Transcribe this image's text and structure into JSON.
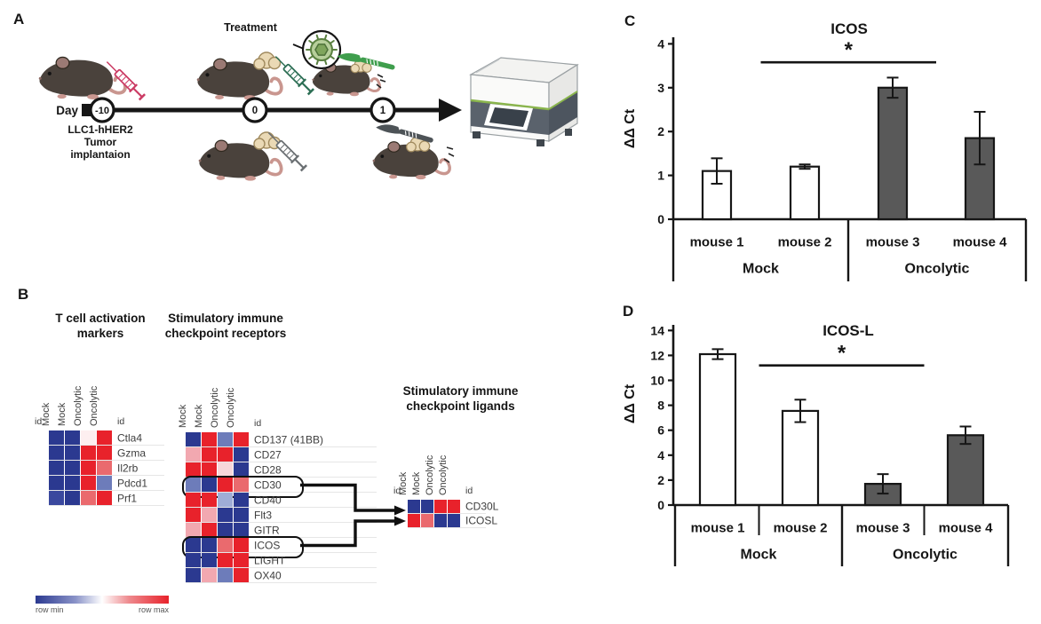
{
  "figure": {
    "panel_labels": {
      "a": "A",
      "b": "B",
      "c": "C",
      "d": "D"
    }
  },
  "panel_a": {
    "treatment_label": "Treatment",
    "day_label": "Day",
    "timeline_points": [
      "-10",
      "0",
      "1"
    ],
    "implantation_caption": [
      "LLC1-hHER2",
      "Tumor",
      "implantaion"
    ]
  },
  "panel_b": {
    "legend": {
      "min_label": "row min",
      "max_label": "row max"
    },
    "palette": {
      "row_min_color": "#2b3990",
      "row_max_color": "#e8222b"
    },
    "heatmaps": [
      {
        "id": "tcell",
        "title_lines": [
          "T cell activation",
          "markers"
        ],
        "id_label": "id",
        "columns": [
          "Mock",
          "Mock",
          "Oncolytic",
          "Oncolytic"
        ],
        "rows": [
          {
            "label": "Ctla4",
            "boxed": false,
            "cells": [
              "#2b3990",
              "#2b3990",
              "#fdeff0",
              "#e8222b"
            ]
          },
          {
            "label": "Gzma",
            "boxed": false,
            "cells": [
              "#2b3990",
              "#2b3990",
              "#e8222b",
              "#e8222b"
            ]
          },
          {
            "label": "Il2rb",
            "boxed": false,
            "cells": [
              "#2b3990",
              "#2b3990",
              "#e8222b",
              "#ea6a6e"
            ]
          },
          {
            "label": "Pdcd1",
            "boxed": false,
            "cells": [
              "#2b3990",
              "#2b3990",
              "#e8222b",
              "#6d7cba"
            ]
          },
          {
            "label": "Prf1",
            "boxed": false,
            "cells": [
              "#3a489e",
              "#2b3990",
              "#ea6a6e",
              "#e8222b"
            ]
          }
        ]
      },
      {
        "id": "receptors",
        "title_lines": [
          "Stimulatory immune",
          "checkpoint receptors"
        ],
        "id_label": "id",
        "columns": [
          "Mock",
          "Mock",
          "Oncolytic",
          "Oncolytic"
        ],
        "rows": [
          {
            "label": "CD137 (41BB)",
            "boxed": false,
            "cells": [
              "#2b3990",
              "#e8222b",
              "#6d7cba",
              "#e8222b"
            ]
          },
          {
            "label": "CD27",
            "boxed": false,
            "cells": [
              "#f2a8b0",
              "#e8222b",
              "#e8222b",
              "#2b3990"
            ]
          },
          {
            "label": "CD28",
            "boxed": false,
            "cells": [
              "#e8222b",
              "#e8222b",
              "#f7d7da",
              "#2b3990"
            ]
          },
          {
            "label": "CD30",
            "boxed": true,
            "cells": [
              "#6d7cba",
              "#2b3990",
              "#e8222b",
              "#ea6a6e"
            ]
          },
          {
            "label": "CD40",
            "boxed": false,
            "cells": [
              "#e8222b",
              "#e8222b",
              "#9fadd6",
              "#2b3990"
            ]
          },
          {
            "label": "Flt3",
            "boxed": false,
            "cells": [
              "#e8222b",
              "#f2a8b0",
              "#2b3990",
              "#2b3990"
            ]
          },
          {
            "label": "GITR",
            "boxed": false,
            "cells": [
              "#f2a8b0",
              "#e8222b",
              "#2b3990",
              "#2b3990"
            ]
          },
          {
            "label": "ICOS",
            "boxed": true,
            "cells": [
              "#2b3990",
              "#2b3990",
              "#ea6a6e",
              "#e8222b"
            ]
          },
          {
            "label": "LIGHT",
            "boxed": false,
            "cells": [
              "#2b3990",
              "#2b3990",
              "#e8222b",
              "#e8222b"
            ]
          },
          {
            "label": "OX40",
            "boxed": false,
            "cells": [
              "#2b3990",
              "#f2a8b0",
              "#6d7cba",
              "#e8222b"
            ]
          }
        ]
      },
      {
        "id": "ligands",
        "title_lines": [
          "Stimulatory immune",
          "checkpoint ligands"
        ],
        "id_label": "id",
        "columns": [
          "Mock",
          "Mock",
          "Oncolytic",
          "Oncolytic"
        ],
        "rows": [
          {
            "label": "CD30L",
            "boxed": false,
            "cells": [
              "#2b3990",
              "#2b3990",
              "#e8222b",
              "#e8222b"
            ]
          },
          {
            "label": "ICOSL",
            "boxed": false,
            "cells": [
              "#e8222b",
              "#ea6a6e",
              "#2b3990",
              "#2b3990"
            ]
          }
        ]
      }
    ]
  },
  "chart_data": [
    {
      "id": "icos",
      "type": "bar",
      "title": "ICOS",
      "ylabel": "ΔΔ Ct",
      "ylim": [
        0,
        4
      ],
      "yticks": [
        0,
        1,
        2,
        3,
        4
      ],
      "categories": [
        "mouse 1",
        "mouse 2",
        "mouse 3",
        "mouse 4"
      ],
      "groups": [
        {
          "label": "Mock",
          "bars": [
            0,
            1
          ]
        },
        {
          "label": "Oncolytic",
          "bars": [
            2,
            3
          ]
        }
      ],
      "values": [
        1.1,
        1.2,
        3.0,
        1.85
      ],
      "errors": [
        0.29,
        0.05,
        0.23,
        0.6
      ],
      "bar_fill": [
        "#ffffff",
        "#ffffff",
        "#595959",
        "#595959"
      ],
      "significance": {
        "label": "*",
        "between_groups": [
          0,
          1
        ],
        "line_value": 3.58
      }
    },
    {
      "id": "icosl",
      "type": "bar",
      "title": "ICOS-L",
      "ylabel": "ΔΔ Ct",
      "ylim": [
        0,
        14
      ],
      "yticks": [
        0,
        2,
        4,
        6,
        8,
        10,
        12,
        14
      ],
      "categories": [
        "mouse 1",
        "mouse 2",
        "mouse 3",
        "mouse 4"
      ],
      "groups": [
        {
          "label": "Mock",
          "bars": [
            0,
            1
          ]
        },
        {
          "label": "Oncolytic",
          "bars": [
            2,
            3
          ]
        }
      ],
      "values": [
        12.1,
        7.55,
        1.7,
        5.6
      ],
      "errors": [
        0.4,
        0.9,
        0.78,
        0.7
      ],
      "bar_fill": [
        "#ffffff",
        "#ffffff",
        "#595959",
        "#595959"
      ],
      "significance": {
        "label": "*",
        "between_groups": [
          0,
          1
        ],
        "line_value": 11.2
      }
    }
  ]
}
